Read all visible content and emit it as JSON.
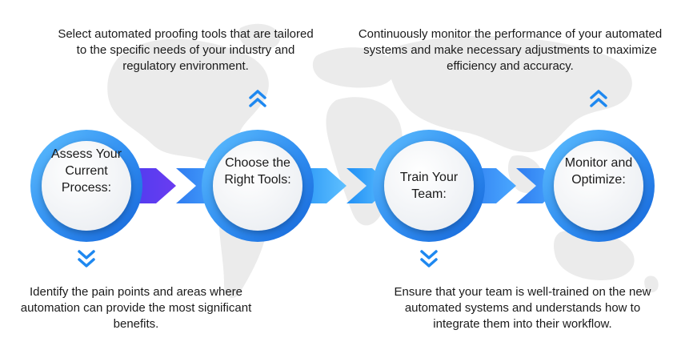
{
  "colors": {
    "blue_dark": "#1565d8",
    "blue_mid": "#2f8cf0",
    "blue_light": "#5fc0ff",
    "purple": "#6a3cf0",
    "map_gray": "#ebebeb",
    "text": "#1a1a1a"
  },
  "steps": [
    {
      "label": "Assess Your Current Process:",
      "description": "Identify the pain points and areas where automation can provide the most significant benefits.",
      "arrow_icon": "chevrons-down-icon"
    },
    {
      "label": "Choose the Right Tools:",
      "description": "Select automated proofing tools that are tailored to the specific needs of your industry and regulatory environment.",
      "arrow_icon": "chevrons-up-icon"
    },
    {
      "label": "Train Your Team:",
      "description": "Ensure that your team is well-trained on the new automated systems and understands how to integrate them into their workflow.",
      "arrow_icon": "chevrons-down-icon"
    },
    {
      "label": "Monitor and Optimize:",
      "description": "Continuously monitor the performance of your automated systems and make necessary adjustments to maximize efficiency and accuracy.",
      "arrow_icon": "chevrons-up-icon"
    }
  ]
}
